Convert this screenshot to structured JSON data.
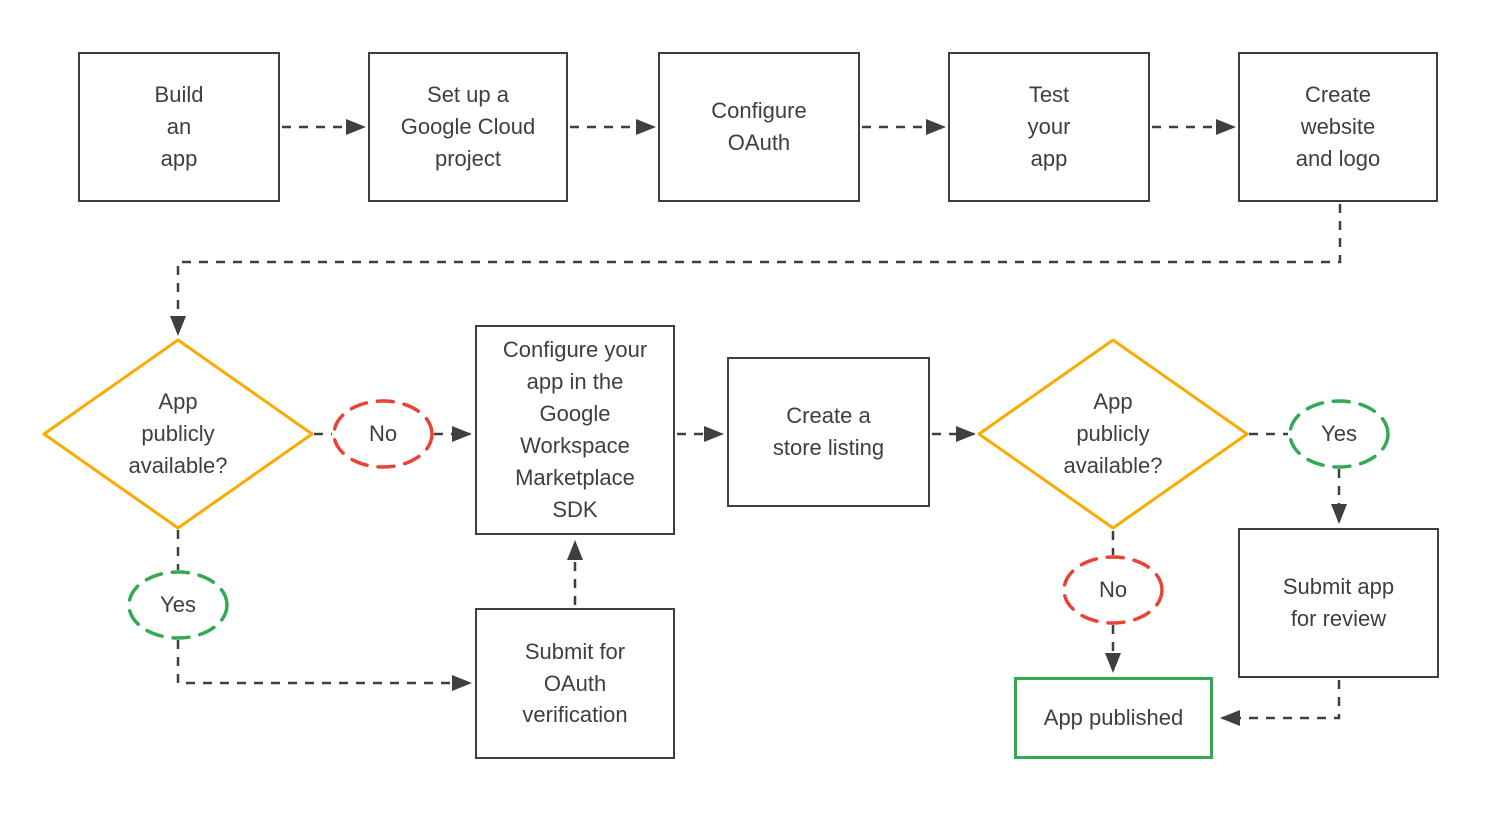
{
  "colors": {
    "ink": "#3c4043",
    "decision_outline": "#f9ab00",
    "no_outline": "#ea4335",
    "yes_outline": "#34a853",
    "published_outline": "#34a853",
    "background": "#ffffff"
  },
  "nodes": {
    "build_app": {
      "label": "Build\nan\napp"
    },
    "setup_project": {
      "label": "Set up a\nGoogle Cloud\nproject"
    },
    "configure_oauth": {
      "label": "Configure\nOAuth"
    },
    "test_app": {
      "label": "Test\nyour\napp"
    },
    "create_website": {
      "label": "Create\nwebsite\nand logo"
    },
    "decision_1": {
      "label": "App\npublicly\navailable?"
    },
    "no_1": {
      "label": "No"
    },
    "yes_1": {
      "label": "Yes"
    },
    "configure_sdk": {
      "label": "Configure your\napp in the\nGoogle\nWorkspace\nMarketplace\nSDK"
    },
    "store_listing": {
      "label": "Create a\nstore listing"
    },
    "decision_2": {
      "label": "App\npublicly\navailable?"
    },
    "yes_2": {
      "label": "Yes"
    },
    "no_2": {
      "label": "No"
    },
    "submit_review": {
      "label": "Submit app\nfor review"
    },
    "submit_oauth": {
      "label": "Submit for\nOAuth\nverification"
    },
    "app_published": {
      "label": "App published"
    }
  }
}
